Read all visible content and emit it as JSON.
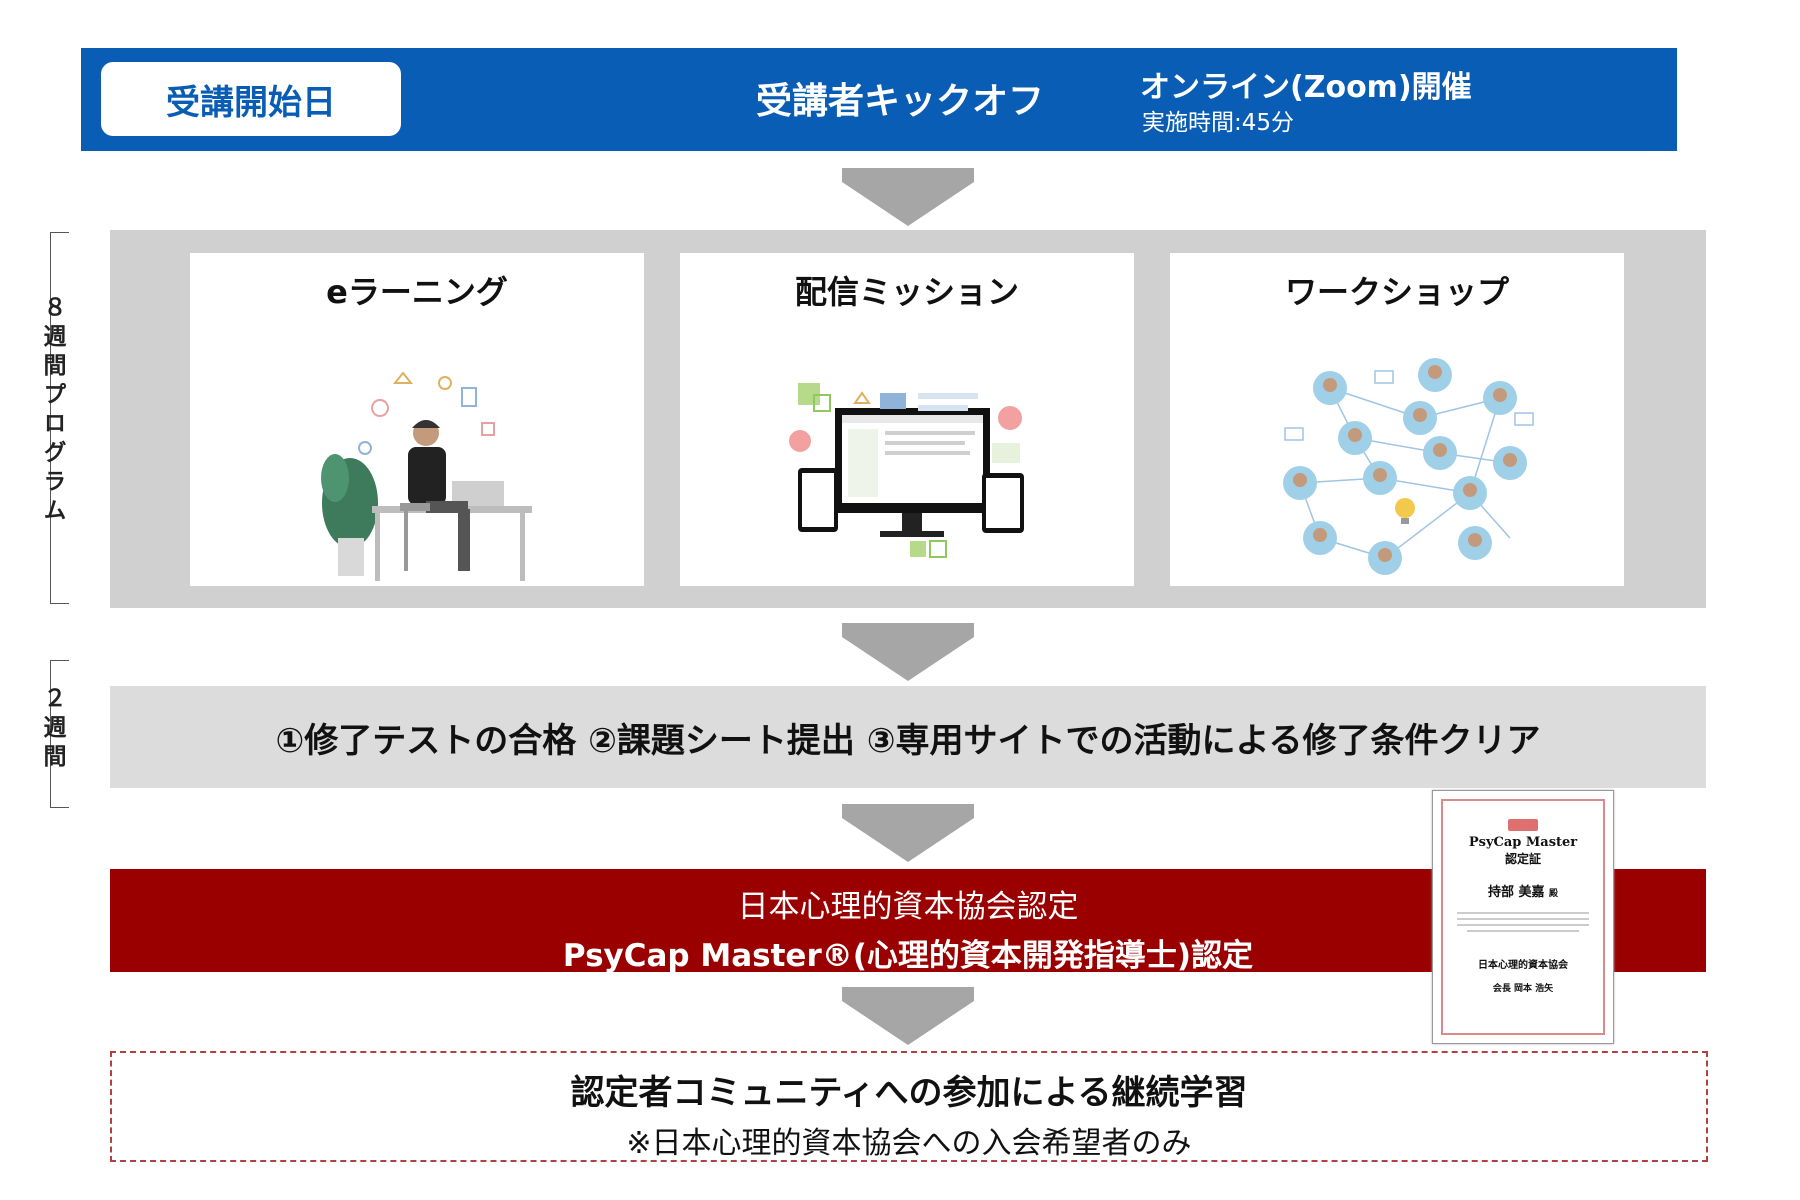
{
  "header": {
    "start_label": "受講開始日",
    "kickoff_title": "受講者キックオフ",
    "online_title": "オンライン(Zoom)開催",
    "duration": "実施時間:45分"
  },
  "side_labels": {
    "program": "８週間プログラム",
    "completion": "２週間"
  },
  "program": {
    "cards": [
      {
        "title": "eラーニング"
      },
      {
        "title": "配信ミッション"
      },
      {
        "title": "ワークショップ"
      }
    ]
  },
  "completion": {
    "text": "①修了テストの合格 ②課題シート提出 ③専用サイトでの活動による修了条件クリア"
  },
  "certification": {
    "line1": "日本心理的資本協会認定",
    "line2": "PsyCap Master®(心理的資本開発指導士)認定"
  },
  "certificate_image": {
    "title_line1": "PsyCap Master",
    "title_line2": "認定証",
    "name": "持部 美嘉",
    "honorific": "殿",
    "org": "日本心理的資本協会",
    "signer_role": "会長",
    "signer": "岡本 浩矢"
  },
  "community": {
    "title": "認定者コミュニティへの参加による継続学習",
    "note": "※日本心理的資本協会への入会希望者のみ"
  },
  "colors": {
    "blue": "#0a5db4",
    "red": "#9b0000",
    "gray_panel": "#d0d0d0",
    "arrow": "#a6a6a6"
  }
}
